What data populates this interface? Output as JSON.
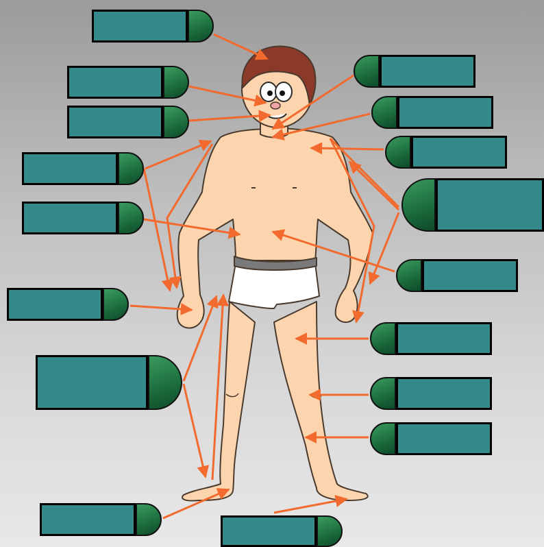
{
  "colors": {
    "box_fill": "#36898a",
    "tab_fill": "#1d6f3f",
    "tab_highlight": "#3a9a5e",
    "arrow": "#f26a2e",
    "skin": "#fcd5ae",
    "skin_outline": "#4a3a2e",
    "hair": "#8b3a2a",
    "underwear": "#ffffff",
    "waistband": "#7a7a7a"
  },
  "diagram": {
    "figure": "cartoon-boy-body",
    "label_boxes": [
      {
        "id": "hair",
        "text": ""
      },
      {
        "id": "nose",
        "text": ""
      },
      {
        "id": "mouth",
        "text": ""
      },
      {
        "id": "elbow",
        "text": ""
      },
      {
        "id": "stomach",
        "text": ""
      },
      {
        "id": "hand",
        "text": ""
      },
      {
        "id": "leg",
        "text": ""
      },
      {
        "id": "foot",
        "text": ""
      },
      {
        "id": "toes",
        "text": ""
      },
      {
        "id": "chin",
        "text": ""
      },
      {
        "id": "neck",
        "text": ""
      },
      {
        "id": "shoulder",
        "text": ""
      },
      {
        "id": "arm",
        "text": ""
      },
      {
        "id": "chest",
        "text": ""
      },
      {
        "id": "thigh",
        "text": ""
      },
      {
        "id": "knee",
        "text": ""
      },
      {
        "id": "shin",
        "text": ""
      }
    ]
  }
}
